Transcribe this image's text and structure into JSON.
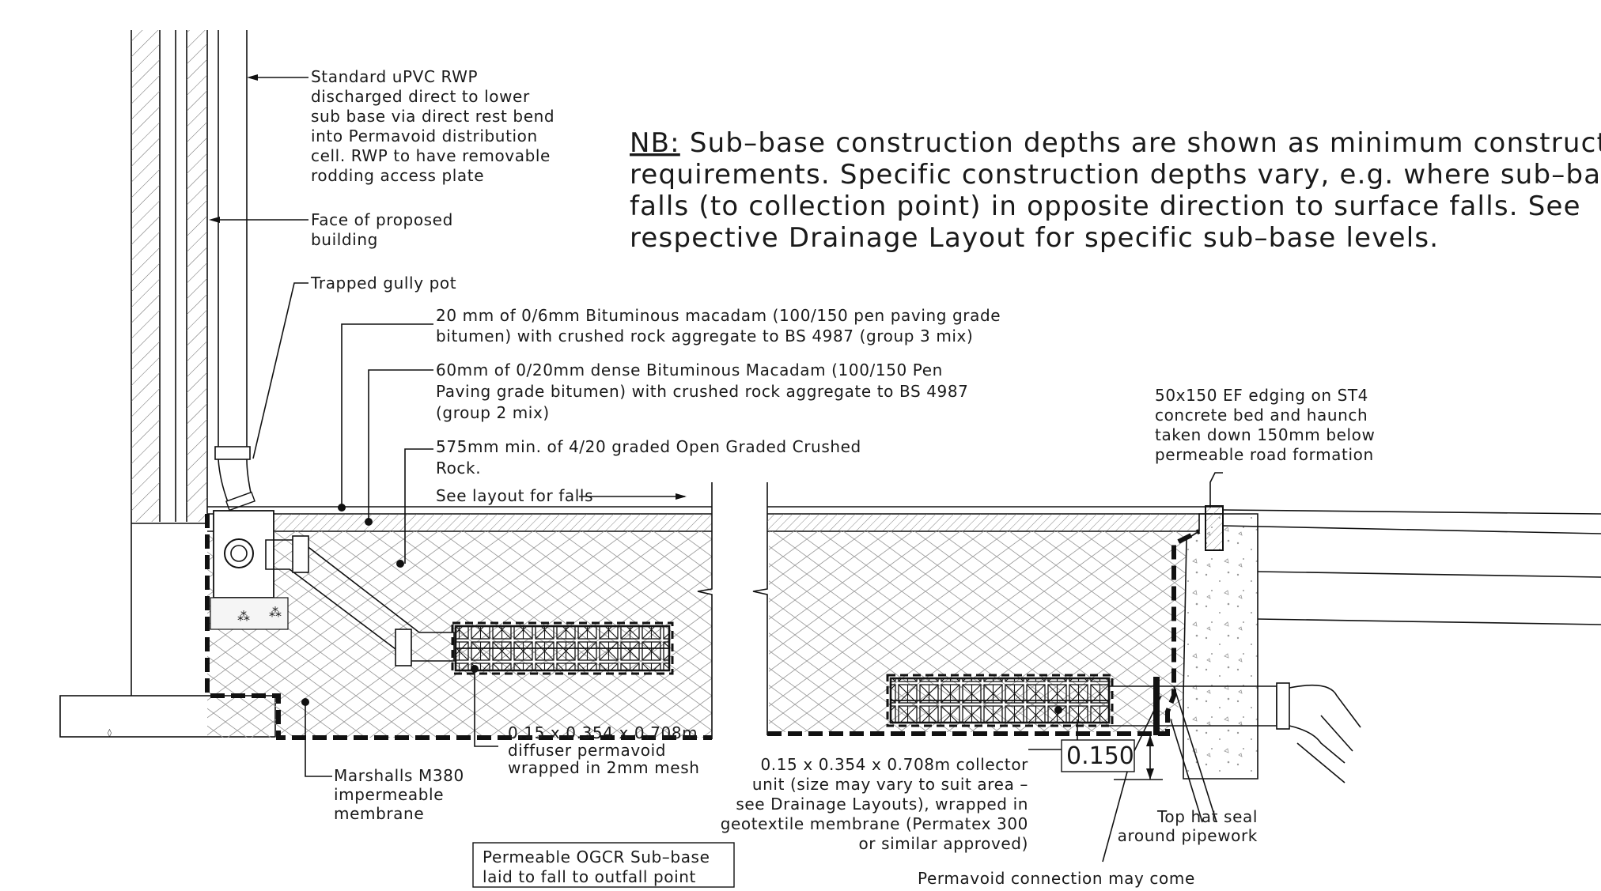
{
  "annotations": {
    "rwp": [
      "Standard uPVC RWP",
      "discharged direct to lower",
      "sub base via direct rest bend",
      "into Permavoid distribution",
      "cell. RWP to have removable",
      "rodding access plate"
    ],
    "face_of_building": [
      "Face of proposed",
      "building"
    ],
    "gully": [
      "Trapped gully pot"
    ],
    "surface_course": [
      "20 mm of 0/6mm Bituminous macadam (100/150 pen paving grade",
      "bitumen) with crushed rock aggregate to BS 4987 (group 3 mix)"
    ],
    "binder_course": [
      "60mm of 0/20mm dense Bituminous Macadam (100/150 Pen",
      "Paving grade bitumen) with crushed rock aggregate to BS 4987",
      "(group 2 mix)"
    ],
    "subbase": [
      "575mm min. of 4/20 graded Open Graded Crushed",
      "Rock."
    ],
    "falls": [
      "See layout for falls"
    ],
    "edging": [
      "50x150 EF edging on ST4",
      "concrete bed and haunch",
      "taken down 150mm below",
      "permeable road formation"
    ],
    "diffuser": [
      "0.15 x 0.354 x 0.708m",
      "diffuser permavoid",
      "wrapped in 2mm mesh"
    ],
    "membrane": [
      "Marshalls M380",
      "impermeable",
      "membrane"
    ],
    "collector": [
      "0.15 x 0.354 x 0.708m collector",
      "unit (size may vary to suit area –",
      "see Drainage Layouts), wrapped in",
      "geotextile membrane (Permatex 300",
      "or similar approved)"
    ],
    "top_hat": [
      "Top hat seal",
      "around pipework"
    ],
    "ogcr_box": [
      "Permeable OGCR Sub–base",
      "laid to fall to outfall point"
    ],
    "permavoid_connection": [
      "Permavoid connection may come"
    ]
  },
  "note": {
    "prefix": "NB:",
    "lines": [
      " Sub–base construction depths are shown as minimum construct",
      "requirements. Specific construction depths vary, e.g. where sub–base",
      "falls (to collection point) in opposite direction to surface falls. See",
      "respective Drainage Layout for specific sub–base levels."
    ]
  },
  "dimension": {
    "value": "0.150"
  }
}
